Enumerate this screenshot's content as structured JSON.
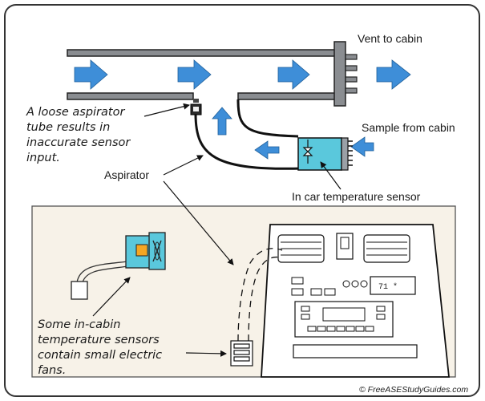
{
  "labels": {
    "vent_to_cabin": "Vent to cabin",
    "sample_from_cabin": "Sample from cabin",
    "aspirator": "Aspirator",
    "in_car_sensor": "In car temperature sensor"
  },
  "notes": {
    "loose_tube": [
      "A loose aspirator",
      "tube results in",
      "inaccurate sensor",
      "input."
    ],
    "fans": [
      "Some in-cabin",
      "temperature sensors",
      "contain small electric",
      "fans."
    ]
  },
  "dash_display": "71 *",
  "credit": "© FreeASEStudyGuides.com",
  "colors": {
    "arrow_blue": "#3e8ed8",
    "sensor_cyan": "#5ac8dc",
    "sensor_orange": "#f5a623",
    "inset_bg": "#f7f2e8",
    "frame_border": "#333333"
  }
}
